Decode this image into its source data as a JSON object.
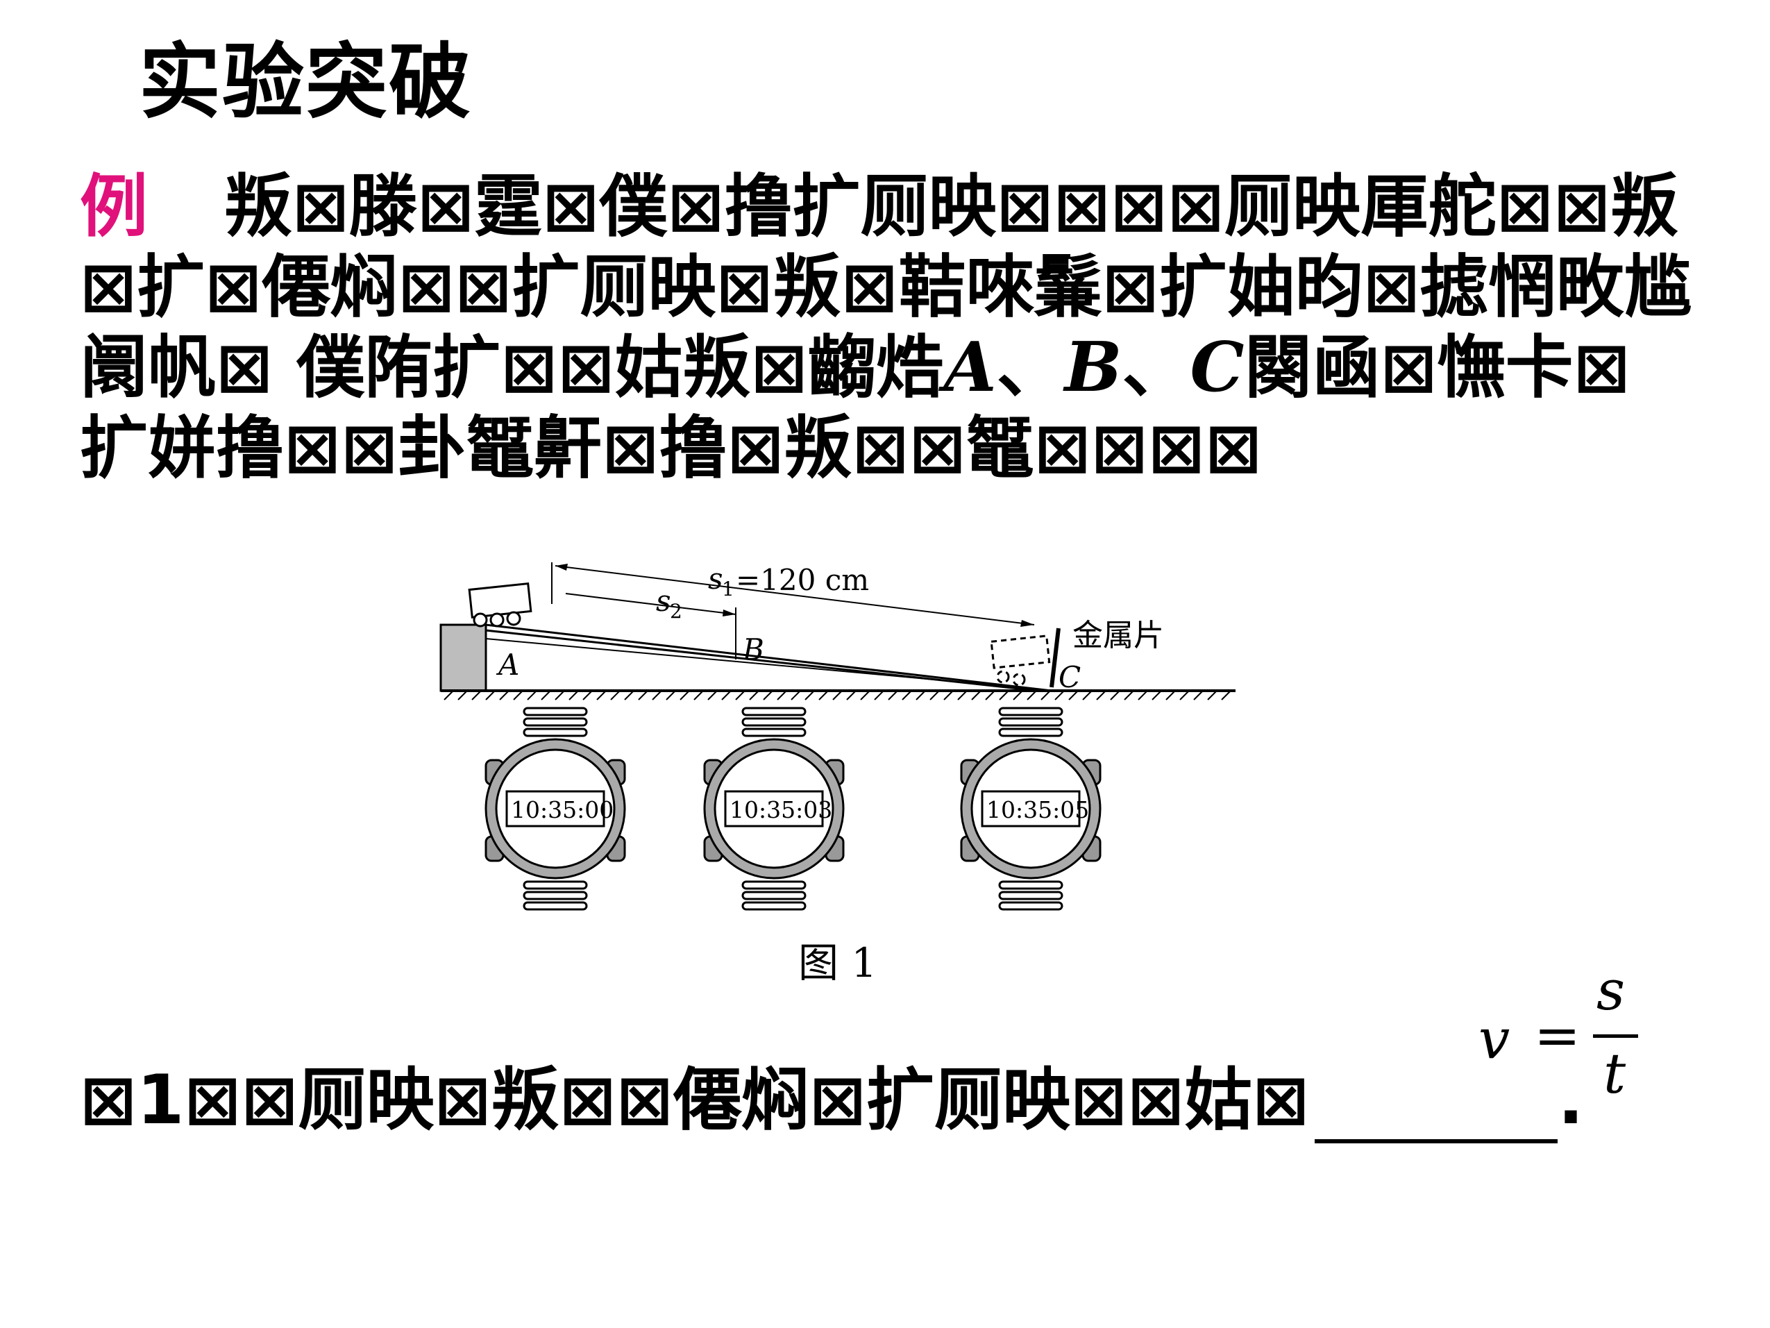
{
  "title": "实验突破",
  "example_label": "例",
  "problem": {
    "part1": "叛⊠滕⊠霆⊠僕⊠撸扩厕映⊠⊠⊠⊠厕映厙舵⊠⊠叛⊠扩⊠僊焖⊠⊠扩厕映⊠叛⊠鞊唻鬑⊠扩妯昀⊠摅惘畋尴阛帆⊠ 僕陏扩⊠⊠姑叛⊠齺焅",
    "point_a": "A",
    "sep1": "、",
    "point_b": "B",
    "sep2": "、",
    "point_c": "C",
    "part2": "闋凾⊠憮卡⊠扩姘撸⊠⊠卦䵹鼾⊠撸⊠叛⊠⊠䵹⊠⊠⊠⊠"
  },
  "figure": {
    "s1_label": "s",
    "s1_sub": "1",
    "s1_value": "=120 cm",
    "s2_label": "s",
    "s2_sub": "2",
    "label_a": "A",
    "label_b": "B",
    "label_c": "C",
    "metal_label": "金属片",
    "times": [
      "10:35:00",
      "10:35:03",
      "10:35:05"
    ],
    "caption": "图 1"
  },
  "question1": {
    "text": "⊠1⊠⊠厕映⊠叛⊠⊠僊焖⊠扩厕映⊠⊠姑⊠",
    "end": "."
  },
  "formula": {
    "v": "v",
    "eq": "=",
    "numerator": "s",
    "denominator": "t"
  }
}
